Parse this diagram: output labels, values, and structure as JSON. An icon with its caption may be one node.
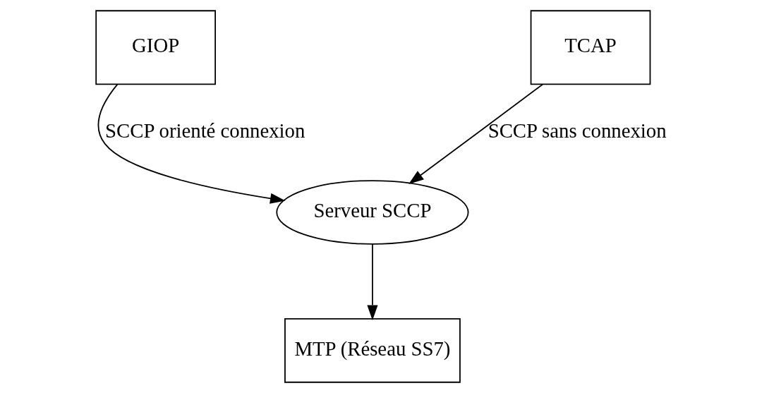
{
  "diagram": {
    "nodes": [
      {
        "text": [
          "GIOP"
        ]
      },
      {
        "text": [
          "TCAP"
        ]
      },
      {
        "text": [
          "Serveur SCCP"
        ]
      },
      {
        "text": [
          "MTP (Réseau SS7)"
        ]
      }
    ],
    "edges": [
      {
        "from": 0,
        "to": 2,
        "arrow": "to",
        "label": "SCCP orienté connexion"
      },
      {
        "from": 1,
        "to": 2,
        "arrow": "to",
        "label": "SCCP sans connexion"
      },
      {
        "from": 2,
        "to": 3,
        "arrow": "to"
      }
    ]
  }
}
